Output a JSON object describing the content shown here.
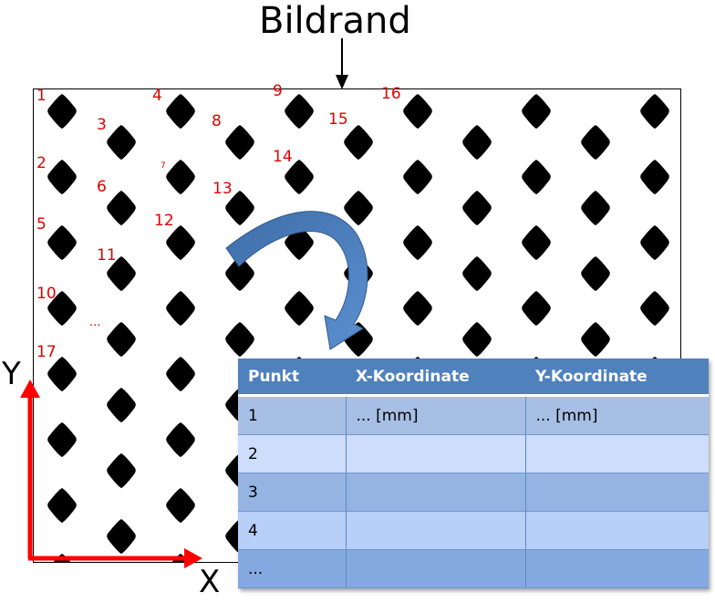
{
  "title": "Bildrand",
  "axes": {
    "x": "X",
    "y": "Y"
  },
  "point_labels": [
    "1",
    "2",
    "3",
    "4",
    "5",
    "6",
    "7",
    "8",
    "9",
    "10",
    "11",
    "12",
    "13",
    "14",
    "15",
    "16",
    "17",
    "..."
  ],
  "table": {
    "headers": [
      "Punkt",
      "X-Koordinate",
      "Y-Koordinate"
    ],
    "rows": [
      [
        "1",
        "... [mm]",
        "... [mm]"
      ],
      [
        "2",
        "",
        ""
      ],
      [
        "3",
        "",
        ""
      ],
      [
        "4",
        "",
        ""
      ],
      [
        "...",
        "",
        ""
      ]
    ]
  },
  "colors": {
    "labels": "#e00000",
    "axes": "#ff0000",
    "arrow": "#4f81bd",
    "table_header": "#4f81bd"
  }
}
